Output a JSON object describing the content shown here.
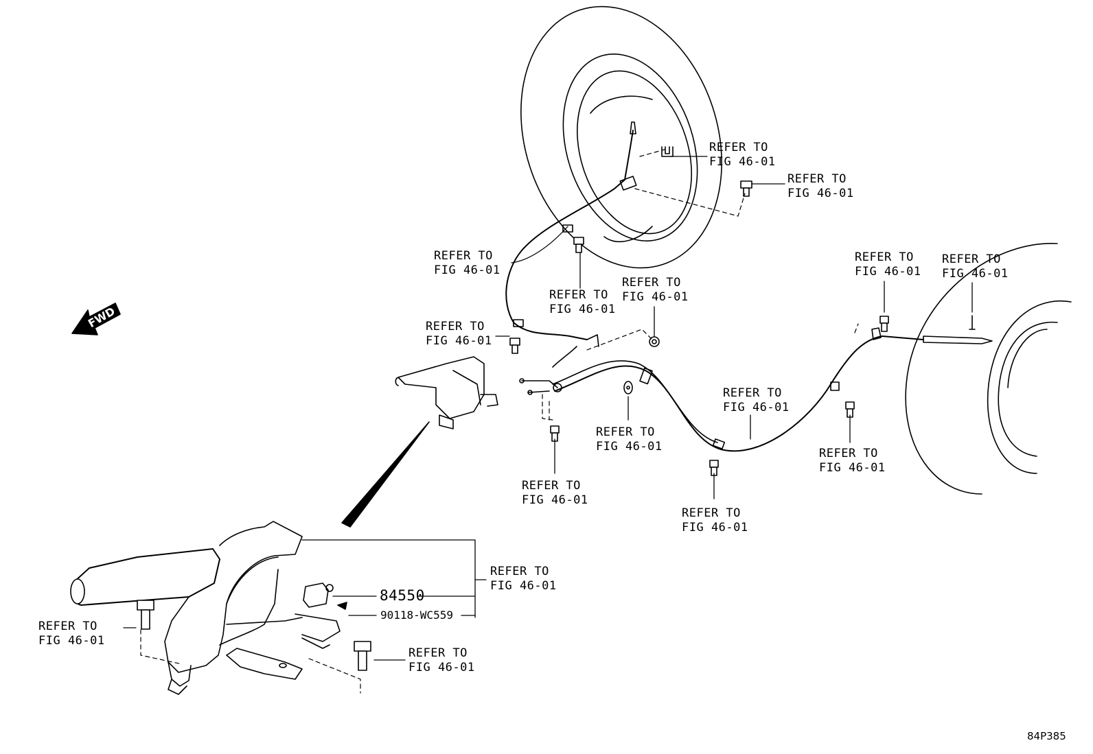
{
  "refer_text": {
    "line1": "REFER TO",
    "line2": "FIG 46-01"
  },
  "labels": [
    {
      "id": "rear-right-clip"
    },
    {
      "id": "rear-right-bolt"
    },
    {
      "id": "right-cable"
    },
    {
      "id": "right-cable-bolt"
    },
    {
      "id": "center-clip"
    },
    {
      "id": "front-left-bolt"
    },
    {
      "id": "equalizer-bolt"
    },
    {
      "id": "grommet"
    },
    {
      "id": "left-cable"
    },
    {
      "id": "left-cable-bolt-lower"
    },
    {
      "id": "left-cable-bolt-right"
    },
    {
      "id": "rear-left-bolt"
    },
    {
      "id": "rear-left-clip"
    },
    {
      "id": "lever-assembly"
    },
    {
      "id": "lever-bolt-left"
    },
    {
      "id": "lever-bolt-right"
    }
  ],
  "parts": {
    "switch": "84550",
    "screw": "90118-WC559"
  },
  "fwd_label": "FWD",
  "figure_code": "84P385",
  "colors": {
    "ink": "#000000",
    "paper": "#ffffff"
  }
}
